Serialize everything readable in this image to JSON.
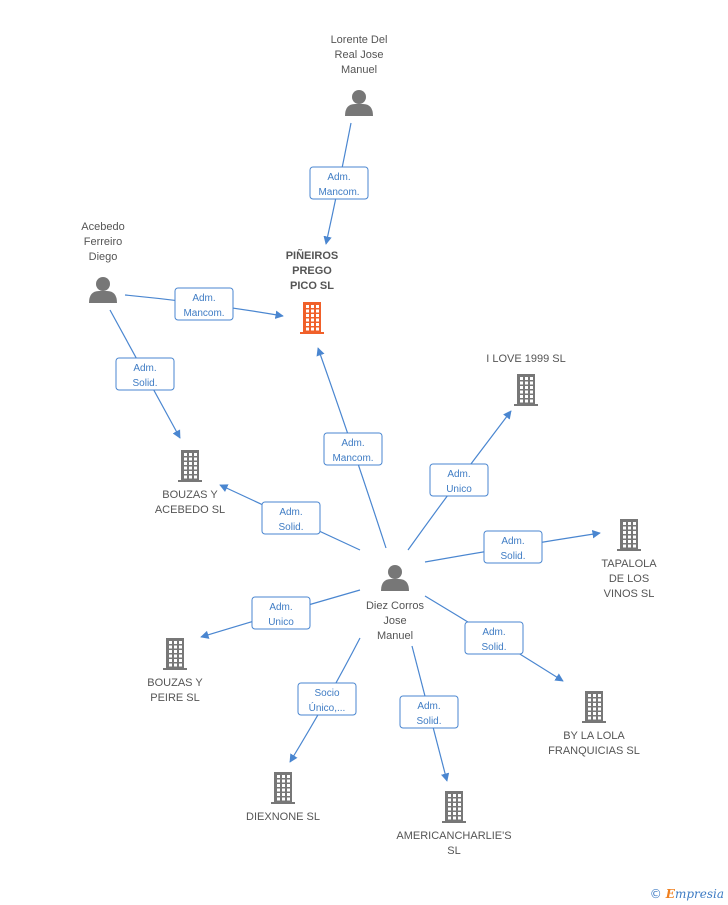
{
  "nodes": [
    {
      "id": "pineiros",
      "type": "company",
      "highlight": true,
      "label": [
        "PIÑEIROS",
        "PREGO",
        "PICO SL"
      ]
    },
    {
      "id": "lorente",
      "type": "person",
      "label": [
        "Lorente Del",
        "Real Jose",
        "Manuel"
      ]
    },
    {
      "id": "acebedo",
      "type": "person",
      "label": [
        "Acebedo",
        "Ferreiro",
        "Diego"
      ]
    },
    {
      "id": "diez",
      "type": "person",
      "label": [
        "Diez Corros",
        "Jose",
        "Manuel"
      ]
    },
    {
      "id": "bouzas_acebedo",
      "type": "company",
      "label": [
        "BOUZAS Y",
        "ACEBEDO SL"
      ]
    },
    {
      "id": "ilove",
      "type": "company",
      "label": [
        "I LOVE 1999 SL"
      ]
    },
    {
      "id": "tapalola",
      "type": "company",
      "label": [
        "TAPALOLA",
        "DE LOS",
        "VINOS SL"
      ]
    },
    {
      "id": "bouzas_peire",
      "type": "company",
      "label": [
        "BOUZAS Y",
        "PEIRE SL"
      ]
    },
    {
      "id": "bylola",
      "type": "company",
      "label": [
        "BY LA LOLA",
        "FRANQUICIAS SL"
      ]
    },
    {
      "id": "diexnone",
      "type": "company",
      "label": [
        "DIEXNONE SL"
      ]
    },
    {
      "id": "americancharlies",
      "type": "company",
      "label": [
        "AMERICANCHARLIE'S",
        "SL"
      ]
    }
  ],
  "edges": [
    {
      "from": "lorente",
      "to": "pineiros",
      "label": [
        "Adm.",
        "Mancom."
      ]
    },
    {
      "from": "acebedo",
      "to": "pineiros",
      "label": [
        "Adm.",
        "Mancom."
      ]
    },
    {
      "from": "acebedo",
      "to": "bouzas_acebedo",
      "label": [
        "Adm.",
        "Solid."
      ]
    },
    {
      "from": "diez",
      "to": "pineiros",
      "label": [
        "Adm.",
        "Mancom."
      ]
    },
    {
      "from": "diez",
      "to": "bouzas_acebedo",
      "label": [
        "Adm.",
        "Solid."
      ]
    },
    {
      "from": "diez",
      "to": "ilove",
      "label": [
        "Adm.",
        "Unico"
      ]
    },
    {
      "from": "diez",
      "to": "tapalola",
      "label": [
        "Adm.",
        "Solid."
      ]
    },
    {
      "from": "diez",
      "to": "bouzas_peire",
      "label": [
        "Adm.",
        "Unico"
      ]
    },
    {
      "from": "diez",
      "to": "bylola",
      "label": [
        "Adm.",
        "Solid."
      ]
    },
    {
      "from": "diez",
      "to": "diexnone",
      "label": [
        "Socio",
        "Único,..."
      ]
    },
    {
      "from": "diez",
      "to": "americancharlies",
      "label": [
        "Adm.",
        "Solid."
      ]
    }
  ],
  "colors": {
    "edge": "#4a86d0",
    "person_icon": "#777777",
    "company_icon": "#777777",
    "highlight_company_icon": "#f0602a"
  },
  "brand": {
    "copyright": "©",
    "initial": "E",
    "rest": "mpresia"
  }
}
